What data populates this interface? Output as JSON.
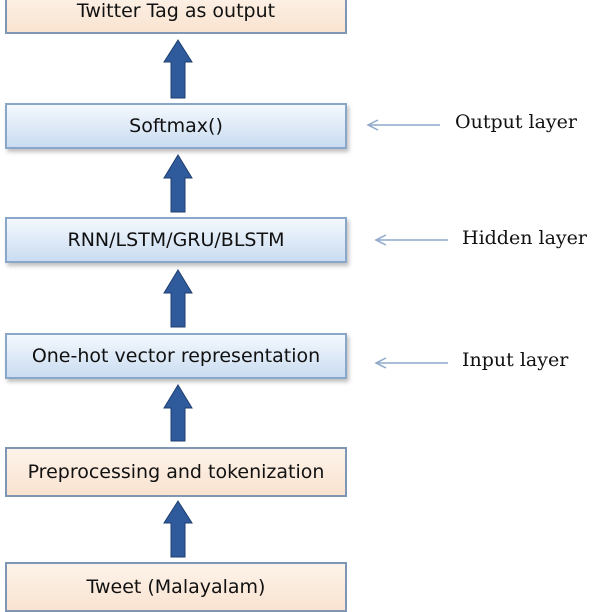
{
  "boxes": {
    "output": "Twitter Tag as output",
    "softmax": "Softmax()",
    "hidden": "RNN/LSTM/GRU/BLSTM",
    "input": "One-hot vector representation",
    "preprocess": "Preprocessing and tokenization",
    "tweet": "Tweet (Malayalam)"
  },
  "labels": {
    "output_layer": "Output layer",
    "hidden_layer": "Hidden layer",
    "input_layer": "Input layer"
  },
  "colors": {
    "arrow": "#2f5a9c",
    "pointer": "#8fa9cc",
    "peach_box": "#fbe9da",
    "blue_box": "#d7e5f4"
  }
}
